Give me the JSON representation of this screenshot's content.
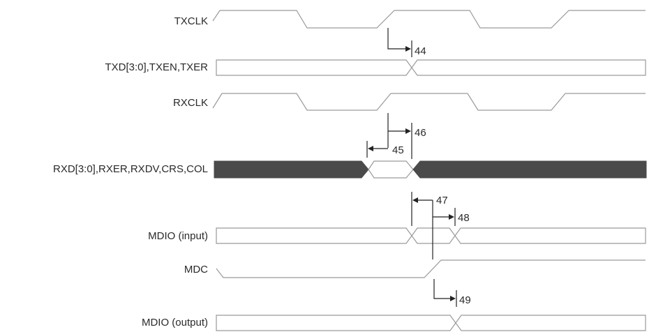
{
  "signals": {
    "txclk": "TXCLK",
    "txd": "TXD[3:0],TXEN,TXER",
    "rxclk": "RXCLK",
    "rxd": "RXD[3:0],RXER,RXDV,CRS,COL",
    "mdio_input": "MDIO (input)",
    "mdc": "MDC",
    "mdio_output": "MDIO (output)"
  },
  "timing_params": {
    "p44": "44",
    "p45": "45",
    "p46": "46",
    "p47": "47",
    "p48": "48",
    "p49": "49"
  },
  "colors": {
    "waveform": "#9a9a9a",
    "data_valid_fill": "#4a4a4a",
    "marker": "#222222",
    "text": "#2a2a2a"
  }
}
